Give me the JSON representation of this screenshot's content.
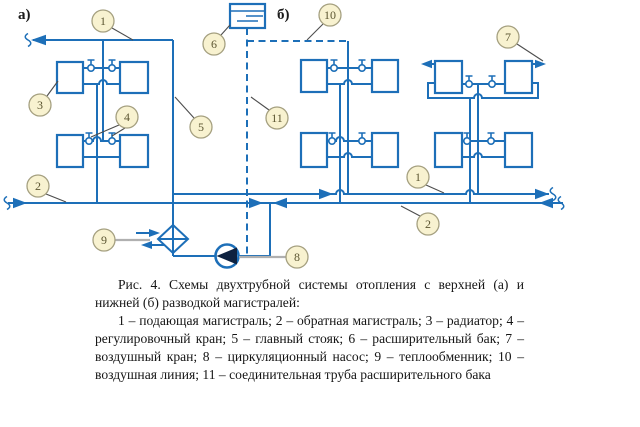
{
  "figure": {
    "panel_a_label": "а)",
    "panel_b_label": "б)",
    "callouts": {
      "supply_main_a": "1",
      "return_main_a": "2",
      "radiator": "3",
      "control_valve": "4",
      "main_riser": "5",
      "expansion_tank": "6",
      "air_valve": "7",
      "circulation_pump": "8",
      "heat_exchanger": "9",
      "air_line": "10",
      "tank_pipe": "11",
      "supply_main_b": "1",
      "return_main_b": "2"
    }
  },
  "caption": {
    "title": "Рис. 4. Схемы двухтрубной системы отопления с верхней (а) и нижней (б) разводкой магистралей:",
    "legend": "1 – подающая магистраль; 2 – обратная магистраль; 3 – радиатор; 4 – регулировочный кран; 5 – главный стояк; 6 – расширительный бак; 7 – воздушный кран; 8 – циркуляционный насос; 9 – теплообменник; 10 – воздушная линия; 11 – соединительная труба расширительного бака"
  },
  "colors": {
    "pipe": "#1d6fb8",
    "callout_fill": "#f8f2d0",
    "callout_border": "#a5a080",
    "callout_text": "#5c5632",
    "leader": "#4d4d4d",
    "leader_gray": "#b0b0b0",
    "pump_fill": "#0e2240",
    "ink": "#151515"
  }
}
